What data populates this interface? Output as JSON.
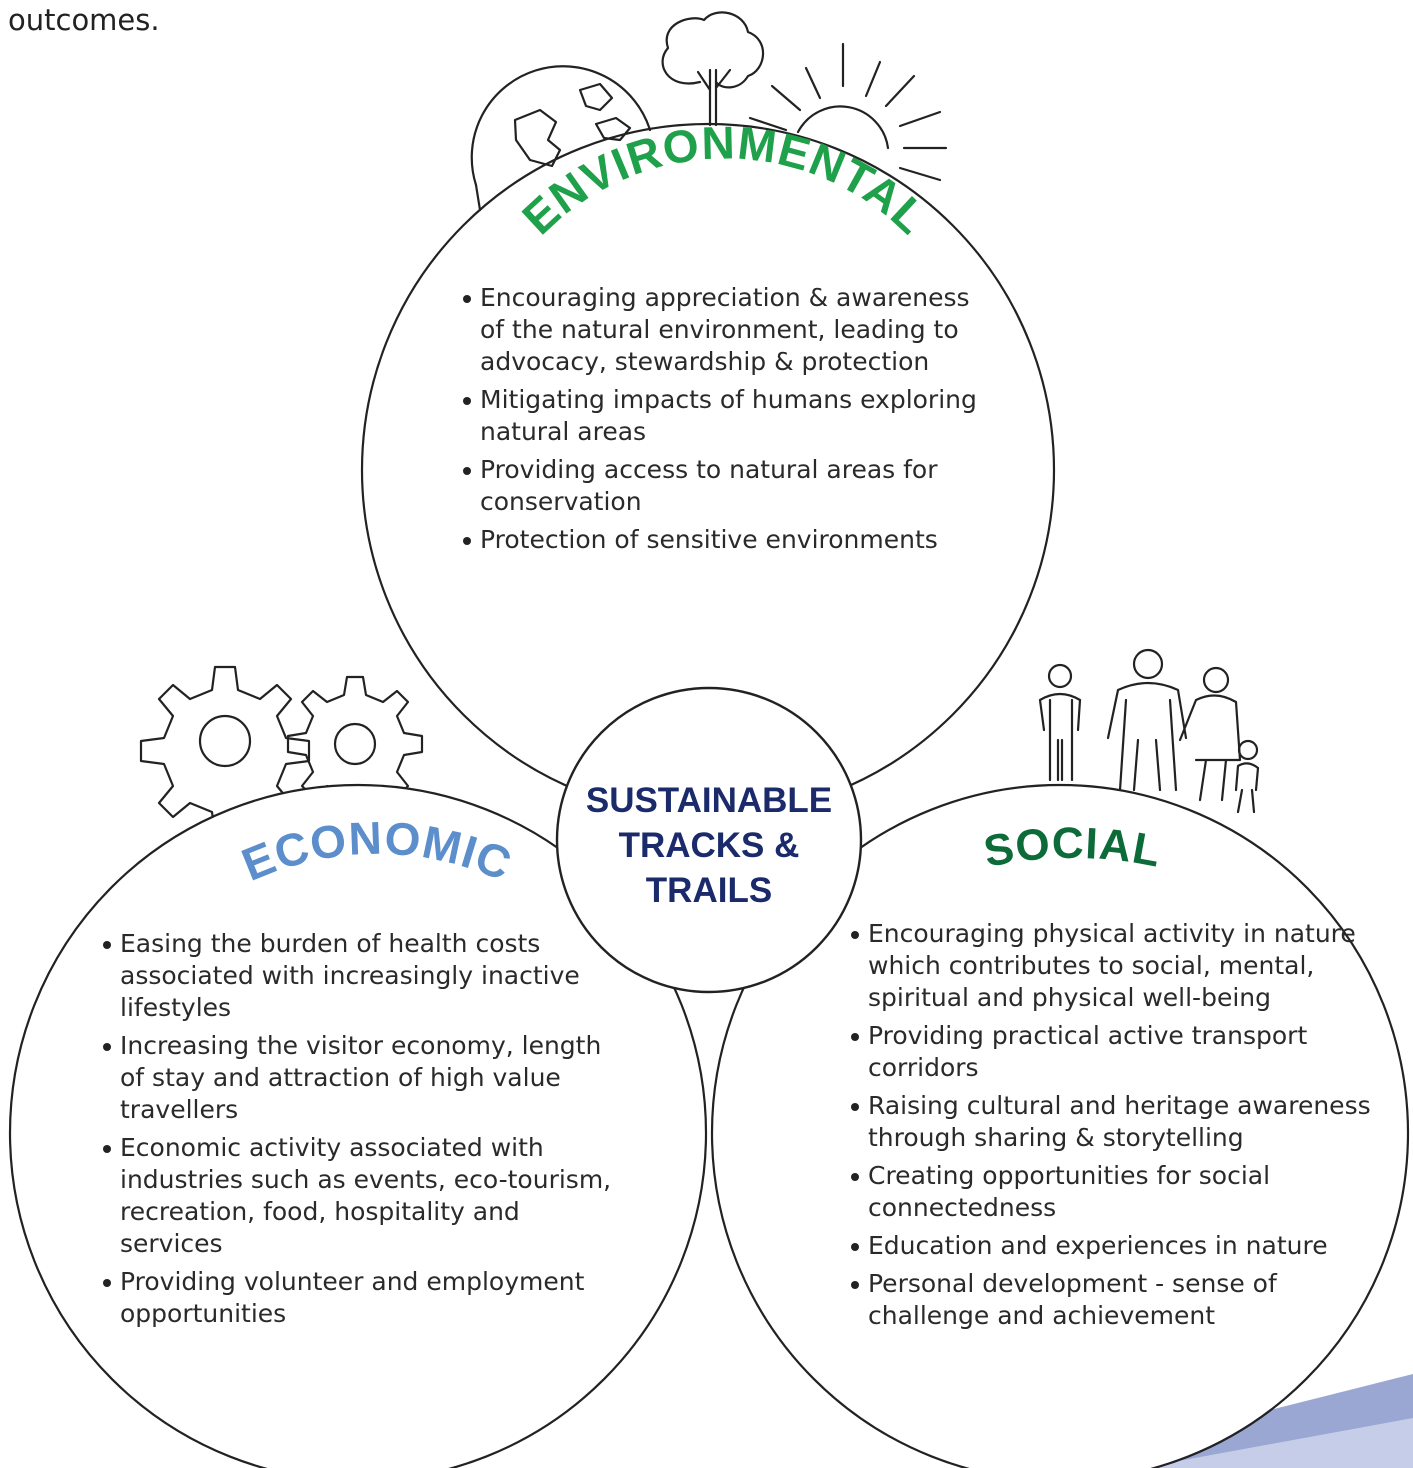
{
  "intro_text": "outcomes.",
  "center": {
    "lines": [
      "SUSTAINABLE",
      "TRACKS &",
      "TRAILS"
    ],
    "color": "#1b2a6b"
  },
  "environmental": {
    "heading": "ENVIRONMENTAL",
    "color": "#1fa04a",
    "icons": [
      "globe-icon",
      "tree-icon",
      "sun-icon"
    ],
    "items": [
      "Encouraging appreciation & awareness of the natural environment, leading to advocacy, stewardship & protection",
      "Mitigating impacts of humans exploring natural areas",
      "Providing access to natural areas for conservation",
      "Protection of sensitive environments"
    ]
  },
  "economic": {
    "heading": "ECONOMIC",
    "color": "#5b8ecb",
    "icons": [
      "gear-icon",
      "gear-icon"
    ],
    "items": [
      "Easing the burden of health costs associated with increasingly inactive lifestyles",
      "Increasing the visitor economy, length of stay and attraction of high value travellers",
      "Economic activity associated with industries such as events, eco-tourism, recreation, food, hospitality and services",
      "Providing volunteer and employment opportunities"
    ]
  },
  "social": {
    "heading": "SOCIAL",
    "color": "#0d6b3a",
    "icons": [
      "family-icon"
    ],
    "items": [
      "Encouraging physical activity in nature which contributes to social, mental, spiritual and physical well-being",
      "Providing practical active transport corridors",
      "Raising cultural and heritage awareness through sharing & storytelling",
      "Creating opportunities for social connectedness",
      "Education and experiences in nature",
      "Personal development - sense of challenge and achievement"
    ]
  },
  "decor_colors": {
    "band": "#9aa7d2",
    "band_light": "#c6cde8"
  }
}
